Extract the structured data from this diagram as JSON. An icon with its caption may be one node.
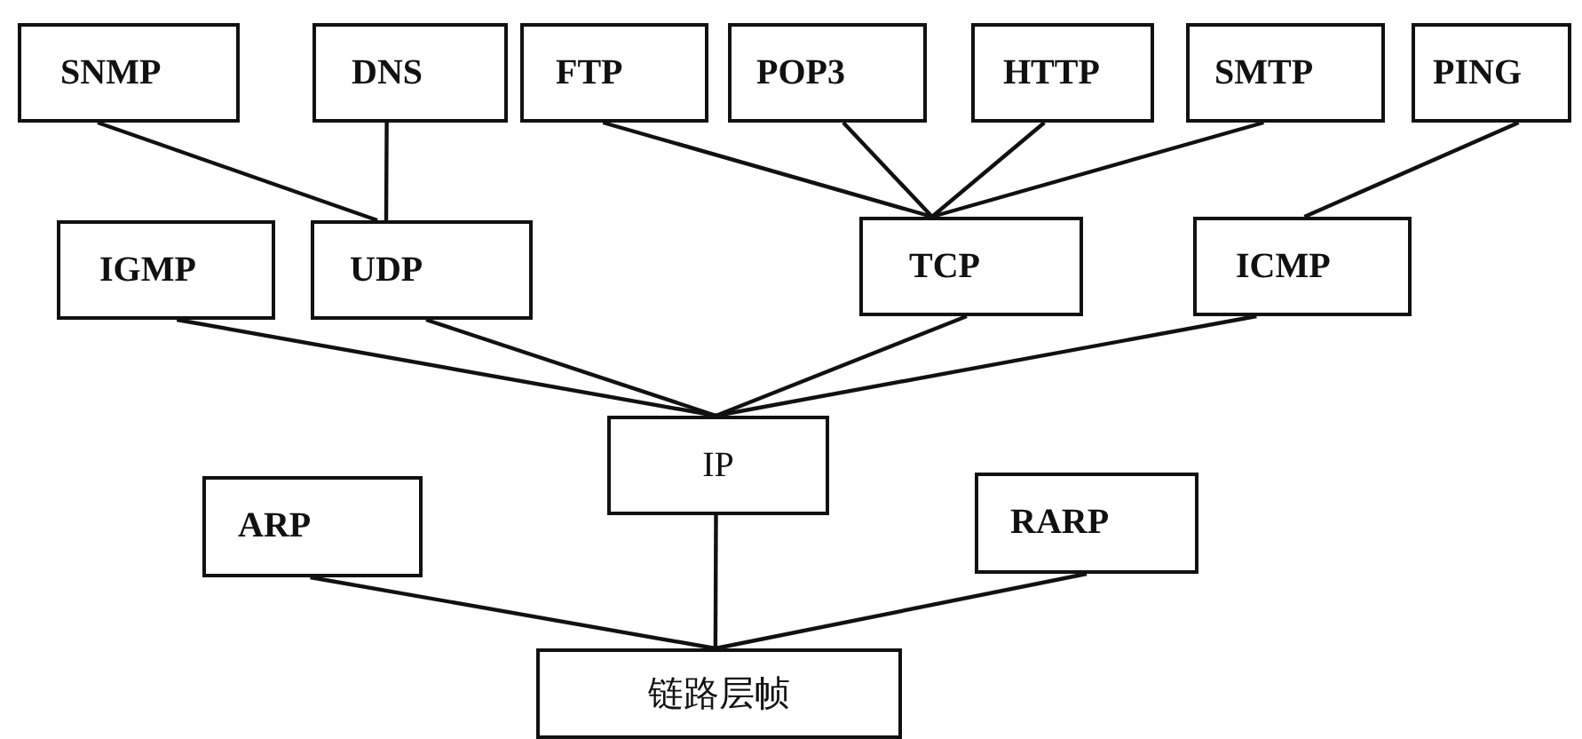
{
  "diagram": {
    "nodes": [
      {
        "text": [
          "SNMP"
        ]
      },
      {
        "text": [
          "DNS"
        ]
      },
      {
        "text": [
          "FTP"
        ]
      },
      {
        "text": [
          "POP3"
        ]
      },
      {
        "text": [
          "HTTP"
        ]
      },
      {
        "text": [
          "SMTP"
        ]
      },
      {
        "text": [
          "PING"
        ]
      },
      {
        "text": [
          "IGMP"
        ]
      },
      {
        "text": [
          "UDP"
        ]
      },
      {
        "text": [
          "TCP"
        ]
      },
      {
        "text": [
          "ICMP"
        ]
      },
      {
        "text": [
          "IP"
        ]
      },
      {
        "text": [
          "ARP"
        ]
      },
      {
        "text": [
          "RARP"
        ]
      },
      {
        "text": [
          "链路层帧"
        ]
      }
    ],
    "edges": [
      {
        "from": 0,
        "to": 8,
        "arrow": "none"
      },
      {
        "from": 1,
        "to": 8,
        "arrow": "none"
      },
      {
        "from": 2,
        "to": 9,
        "arrow": "none"
      },
      {
        "from": 3,
        "to": 9,
        "arrow": "none"
      },
      {
        "from": 4,
        "to": 9,
        "arrow": "none"
      },
      {
        "from": 5,
        "to": 9,
        "arrow": "none"
      },
      {
        "from": 6,
        "to": 10,
        "arrow": "none"
      },
      {
        "from": 7,
        "to": 11,
        "arrow": "none"
      },
      {
        "from": 8,
        "to": 11,
        "arrow": "none"
      },
      {
        "from": 9,
        "to": 11,
        "arrow": "none"
      },
      {
        "from": 10,
        "to": 11,
        "arrow": "none"
      },
      {
        "from": 11,
        "to": 14,
        "arrow": "none"
      },
      {
        "from": 12,
        "to": 14,
        "arrow": "none"
      },
      {
        "from": 13,
        "to": 14,
        "arrow": "none"
      }
    ]
  }
}
